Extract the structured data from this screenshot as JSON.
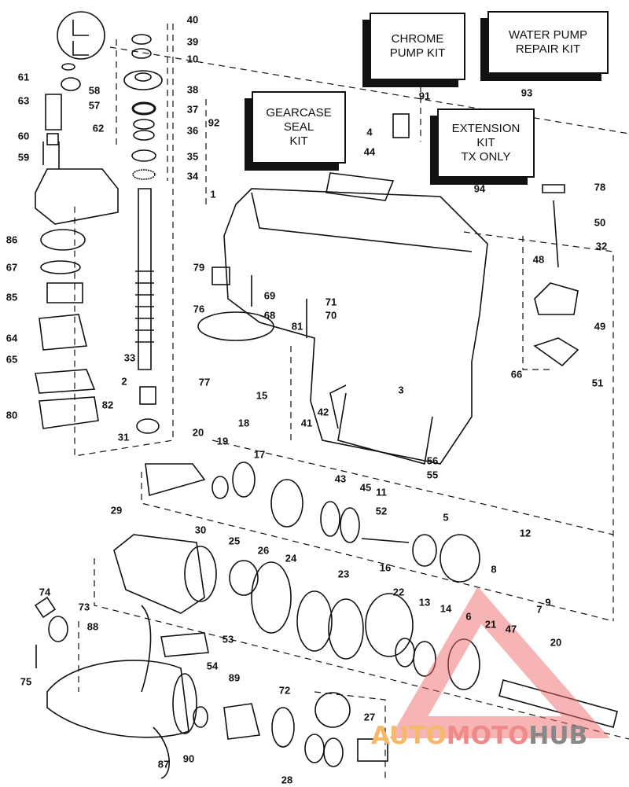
{
  "title": "Outboard gearcase exploded parts diagram",
  "kits": {
    "chrome_pump": [
      "CHROME",
      "PUMP KIT"
    ],
    "water_pump": [
      "WATER PUMP",
      "REPAIR KIT"
    ],
    "gearcase_seal": [
      "GEARCASE",
      "SEAL",
      "KIT"
    ],
    "extension": [
      "EXTENSION",
      "KIT",
      "TX ONLY"
    ]
  },
  "part_numbers": [
    "40",
    "39",
    "10",
    "38",
    "37",
    "36",
    "35",
    "34",
    "61",
    "58",
    "57",
    "63",
    "62",
    "60",
    "59",
    "86",
    "67",
    "85",
    "64",
    "65",
    "80",
    "82",
    "33",
    "2",
    "31",
    "1",
    "79",
    "69",
    "68",
    "81",
    "71",
    "70",
    "76",
    "77",
    "15",
    "20",
    "19",
    "18",
    "17",
    "42",
    "41",
    "3",
    "66",
    "56",
    "55",
    "4",
    "44",
    "92",
    "91",
    "93",
    "94",
    "78",
    "50",
    "32",
    "48",
    "49",
    "51",
    "43",
    "45",
    "11",
    "52",
    "5",
    "12",
    "29",
    "30",
    "25",
    "26",
    "24",
    "23",
    "22",
    "13",
    "14",
    "16",
    "8",
    "9",
    "7",
    "6",
    "21",
    "47",
    "20",
    "74",
    "73",
    "88",
    "53",
    "54",
    "75",
    "89",
    "72",
    "27",
    "90",
    "87",
    "28"
  ],
  "watermark": {
    "parts": [
      "AUTO",
      "MOTO",
      "HUB"
    ],
    "colors": [
      "#f5b96a",
      "#ef8a8a",
      "#888888"
    ],
    "triangle_color": "#f06a6a"
  }
}
